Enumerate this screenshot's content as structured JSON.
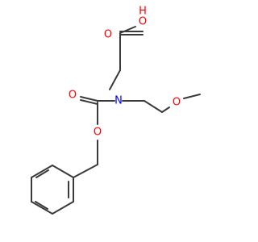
{
  "molecule": {
    "colors": {
      "bond": "#3a3a3a",
      "oxygen": "#ff0000",
      "nitrogen": "#0000ff",
      "background": "#ffffff"
    },
    "atom_labels": {
      "hydroxyl_o": "O",
      "hydroxyl_h": "H",
      "acid_carbonyl_o": "O",
      "amine_n": "N",
      "ether_o": "O",
      "carbamate_carbonyl_o": "O",
      "carbamate_ester_o": "O"
    }
  }
}
